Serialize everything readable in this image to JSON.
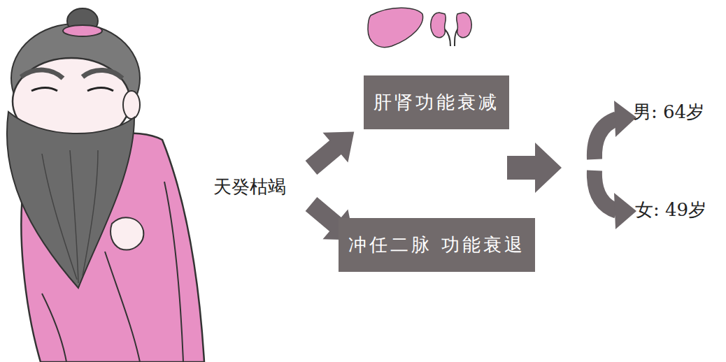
{
  "diagram": {
    "nodes": [
      {
        "text": [
          "肝肾功能衰减"
        ]
      },
      {
        "text": [
          "冲任二脉 功能衰退"
        ]
      }
    ],
    "labels": [
      "天癸枯竭",
      "男: 64岁",
      "女: 49岁"
    ]
  }
}
